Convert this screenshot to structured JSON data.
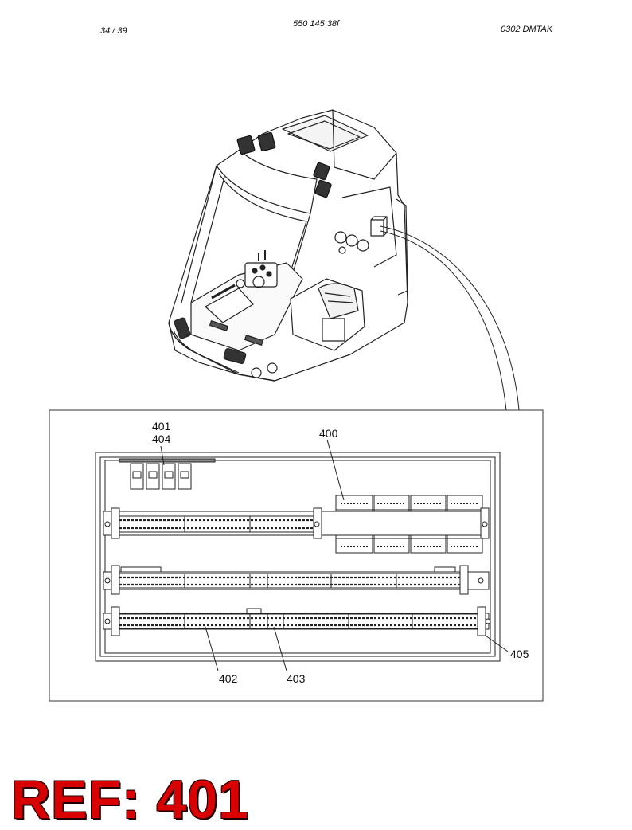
{
  "header": {
    "page": "34 / 39",
    "document_number": "550 145 38f",
    "revision_code": "0302   DMTAK"
  },
  "callouts": {
    "c400": "400",
    "c401": "401",
    "c404": "404",
    "c402": "402",
    "c403": "403",
    "c405": "405"
  },
  "banner": {
    "ref_text": "REF: 401",
    "color": "#d80000"
  }
}
